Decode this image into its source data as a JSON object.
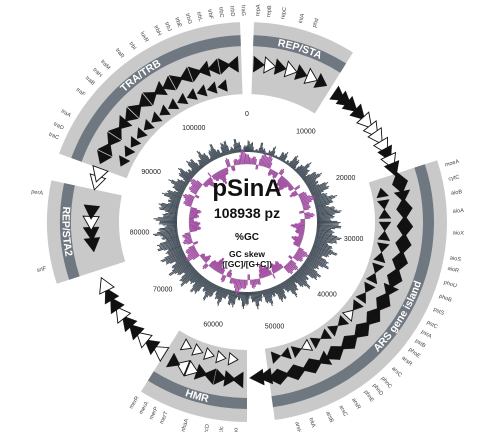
{
  "plasmid": {
    "name": "pSinA",
    "size_label": "108938 pz",
    "gc_label": "%GC",
    "gc_skew_label_line1": "GC skew",
    "gc_skew_label_line2": "([GC]/[G+C])"
  },
  "ticks": [
    {
      "value": 0,
      "label": "0"
    },
    {
      "value": 10000,
      "label": "10000"
    },
    {
      "value": 20000,
      "label": "20000"
    },
    {
      "value": 30000,
      "label": "30000"
    },
    {
      "value": 40000,
      "label": "40000"
    },
    {
      "value": 50000,
      "label": "50000"
    },
    {
      "value": 60000,
      "label": "60000"
    },
    {
      "value": 70000,
      "label": "70000"
    },
    {
      "value": 80000,
      "label": "80000"
    },
    {
      "value": 90000,
      "label": "90000"
    },
    {
      "value": 100000,
      "label": "100000"
    }
  ],
  "regions": [
    {
      "name": "REP/STA",
      "start_deg": 2,
      "end_deg": 32
    },
    {
      "name": "ARS gene island",
      "start_deg": 72,
      "end_deg": 172
    },
    {
      "name": "HMR",
      "start_deg": 180,
      "end_deg": 212
    },
    {
      "name": "REP/STA2",
      "start_deg": 252,
      "end_deg": 282
    },
    {
      "name": "TRA/TRB",
      "start_deg": 290,
      "end_deg": 358
    }
  ],
  "gene_labels": [
    {
      "label": "repA",
      "deg": 3
    },
    {
      "label": "repB",
      "deg": 6
    },
    {
      "label": "repC",
      "deg": 10
    },
    {
      "label": "intA",
      "deg": 15
    },
    {
      "label": "phd",
      "deg": 19
    },
    {
      "label": "moeA",
      "deg": 74
    },
    {
      "label": "cytC",
      "deg": 78
    },
    {
      "label": "aioB",
      "deg": 82
    },
    {
      "label": "aioA",
      "deg": 87
    },
    {
      "label": "aioX",
      "deg": 93
    },
    {
      "label": "aioS",
      "deg": 100
    },
    {
      "label": "aioR",
      "deg": 103
    },
    {
      "label": "phoU",
      "deg": 107
    },
    {
      "label": "phoB",
      "deg": 111
    },
    {
      "label": "pstS",
      "deg": 115
    },
    {
      "label": "pstC",
      "deg": 119
    },
    {
      "label": "pstA",
      "deg": 122
    },
    {
      "label": "pstB",
      "deg": 125
    },
    {
      "label": "phoE",
      "deg": 128
    },
    {
      "label": "arsR",
      "deg": 131
    },
    {
      "label": "arsC",
      "deg": 135
    },
    {
      "label": "phnC",
      "deg": 139
    },
    {
      "label": "phnD",
      "deg": 142
    },
    {
      "label": "phnE",
      "deg": 145
    },
    {
      "label": "arsR",
      "deg": 149
    },
    {
      "label": "arsC",
      "deg": 153
    },
    {
      "label": "arsB",
      "deg": 157
    },
    {
      "label": "trkA",
      "deg": 162
    },
    {
      "label": "arsH",
      "deg": 166
    },
    {
      "label": "eno",
      "deg": 183
    },
    {
      "label": "clc",
      "deg": 187
    },
    {
      "label": "czcD",
      "deg": 191
    },
    {
      "label": "nhaA",
      "deg": 197
    },
    {
      "label": "merT",
      "deg": 203
    },
    {
      "label": "merP",
      "deg": 206
    },
    {
      "label": "merA",
      "deg": 209
    },
    {
      "label": "merR",
      "deg": 212
    },
    {
      "label": "srtF",
      "deg": 257
    },
    {
      "label": "perA",
      "deg": 278
    },
    {
      "label": "traC",
      "deg": 294
    },
    {
      "label": "traD",
      "deg": 297
    },
    {
      "label": "traA",
      "deg": 301
    },
    {
      "label": "traF",
      "deg": 308
    },
    {
      "label": "traB",
      "deg": 312
    },
    {
      "label": "traH",
      "deg": 315
    },
    {
      "label": "traM",
      "deg": 318
    },
    {
      "label": "traR",
      "deg": 323
    },
    {
      "label": "trbI",
      "deg": 327
    },
    {
      "label": "luxR",
      "deg": 331
    },
    {
      "label": "trbH",
      "deg": 335
    },
    {
      "label": "trbJ",
      "deg": 338
    },
    {
      "label": "trbE",
      "deg": 341
    },
    {
      "label": "trbG",
      "deg": 344
    },
    {
      "label": "trbL",
      "deg": 347
    },
    {
      "label": "trbF",
      "deg": 350
    },
    {
      "label": "trbC",
      "deg": 353
    },
    {
      "label": "trbD",
      "deg": 356
    },
    {
      "label": "traG",
      "deg": 359
    }
  ],
  "colors": {
    "band_fill": "#c9c9c9",
    "band_ribbon": "#6f7880",
    "gc_purple": "#a24ea2",
    "skew_dark": "#3f4a55",
    "outer_arrow": "#111111"
  }
}
